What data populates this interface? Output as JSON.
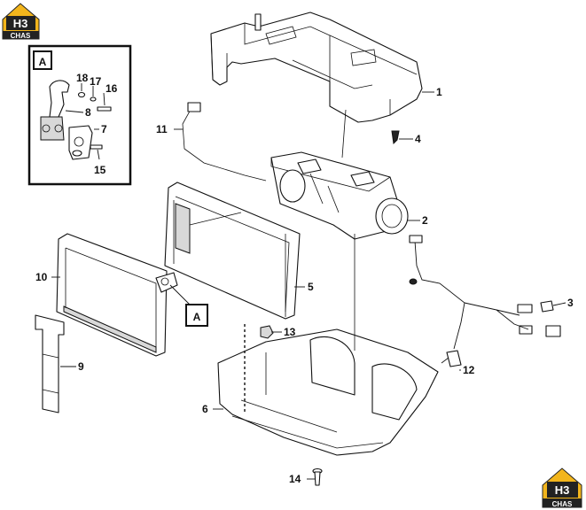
{
  "brand": {
    "logo_top": "H3",
    "logo_bottom": "CHAS",
    "accent_color": "#f2b51c",
    "dark_color": "#222222"
  },
  "detail_callout": {
    "letter": "A"
  },
  "part_labels": [
    "1",
    "2",
    "3",
    "4",
    "5",
    "6",
    "7",
    "8",
    "9",
    "10",
    "11",
    "12",
    "13",
    "14",
    "15",
    "16",
    "17",
    "18"
  ]
}
